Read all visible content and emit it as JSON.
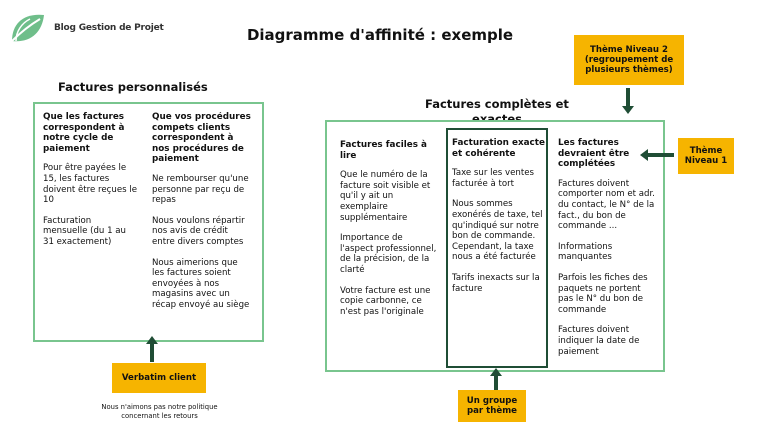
{
  "brand": {
    "name": "Blog Gestion de Projet"
  },
  "title": "Diagramme d'affinité : exemple",
  "colors": {
    "green_border": "#79c58e",
    "dark_border": "#1f4d35",
    "tag_bg": "#f6b400",
    "logo_green": "#6fbe8a",
    "arrow": "#1f4d35"
  },
  "left_group": {
    "title": "Factures personnalisés",
    "col1": {
      "header": "Que les factures correspondent à notre cycle de paiement",
      "items": [
        "Pour être payées le 15, les factures doivent être reçues le 10",
        "Facturation mensuelle (du 1 au 31 exactement)"
      ]
    },
    "col2": {
      "header": "Que vos procédures compets clients correspondent à nos procédures de paiement",
      "items": [
        "Ne rembourser qu'une personne par reçu de repas",
        "Nous voulons répartir nos avis de crédit entre divers comptes",
        "Nous aimerions que les factures soient envoyées à nos magasins avec un récap envoyé au siège"
      ]
    },
    "tag": "Verbatim client",
    "note": "Nous n'aimons pas notre politique concernant les retours"
  },
  "right_group": {
    "title": "Factures complètes et exactes",
    "col1": {
      "header": "Factures faciles à lire",
      "items": [
        "Que le numéro de la facture soit visible et qu'il y ait un exemplaire supplémentaire",
        "Importance de l'aspect professionnel, de la précision, de la clarté",
        "Votre facture est une copie carbonne, ce n'est pas l'originale"
      ]
    },
    "col2": {
      "header": "Facturation exacte et cohérente",
      "items": [
        "Taxe sur les ventes facturée à tort",
        "Nous sommes exonérés de taxe, tel qu'indiqué sur notre bon de commande. Cependant, la taxe nous a été facturée",
        "Tarifs inexacts sur la facture"
      ]
    },
    "col3": {
      "header": "Les factures devraient être complétées",
      "items": [
        "Factures doivent comporter nom et adr. du contact, le N° de la fact., du bon de commande ...",
        "Informations manquantes",
        "Parfois les fiches des paquets ne portent pas le N° du bon de commande",
        "Factures doivent indiquer la date de paiement"
      ]
    },
    "tag_group": "Un groupe par thème"
  },
  "tag_level2": "Thème Niveau 2 (regroupement de plusieurs thèmes)",
  "tag_level1": "Thème Niveau 1",
  "icons": {
    "logo": "leaf-logo-icon",
    "arrow_up": "arrow-up-icon",
    "arrow_down": "arrow-down-icon",
    "arrow_left": "arrow-left-icon"
  }
}
